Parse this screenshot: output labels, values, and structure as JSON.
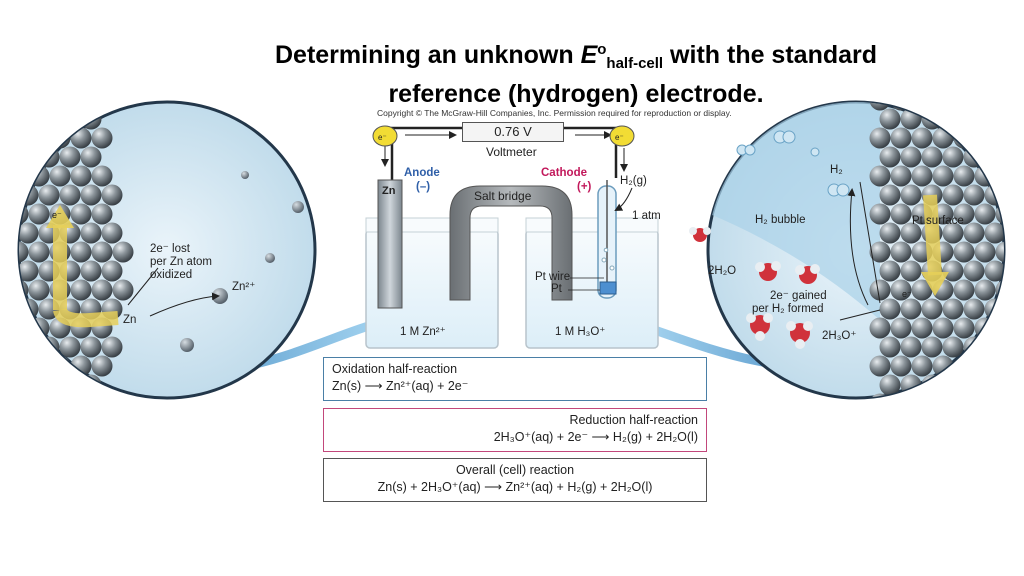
{
  "title": {
    "line1_pre": "Determining an unknown ",
    "symbol": "E",
    "superscript": "o",
    "subscript": "half-cell",
    "line1_post": " with the standard",
    "line2": "reference (hydrogen) electrode."
  },
  "copyright": "Copyright © The McGraw-Hill Companies, Inc. Permission required for reproduction or display.",
  "cell": {
    "voltage": "0.76 V",
    "voltmeter": "Voltmeter",
    "electron": "e⁻",
    "anode": "Anode",
    "anode_sign": "(–)",
    "cathode": "Cathode",
    "cathode_sign": "(+)",
    "zn": "Zn",
    "salt_bridge": "Salt bridge",
    "h2g": "H₂(g)",
    "atm": "1 atm",
    "pt_wire": "Pt wire",
    "pt": "Pt",
    "left_solution": "1 M Zn²⁺",
    "right_solution": "1 M H₃O⁺"
  },
  "left_zoom": {
    "electron": "e⁻",
    "lost": "2e⁻ lost",
    "per": "per Zn atom",
    "oxidized": "oxidized",
    "zn_ion": "Zn²⁺",
    "zn": "Zn"
  },
  "right_zoom": {
    "h2": "H₂",
    "bubble": "H₂ bubble",
    "pt_surface": "Pt surface",
    "water": "2H₂O",
    "electron": "e⁻",
    "gained": "2e⁻ gained",
    "formed": "per H₂ formed",
    "hydronium": "2H₃O⁺"
  },
  "reactions": {
    "oxidation": {
      "heading": "Oxidation half-reaction",
      "equation": "Zn(s) ⟶ Zn²⁺(aq) + 2e⁻"
    },
    "reduction": {
      "heading": "Reduction half-reaction",
      "equation": "2H₃O⁺(aq) + 2e⁻ ⟶ H₂(g) + 2H₂O(l)"
    },
    "overall": {
      "heading": "Overall (cell) reaction",
      "equation": "Zn(s) + 2H₃O⁺(aq) ⟶ Zn²⁺(aq) + H₂(g) + 2H₂O(l)"
    }
  },
  "colors": {
    "anode": "#2f5fa8",
    "cathode": "#c2185b",
    "oxidation_border": "#4a7fa6",
    "reduction_border": "#c2477b",
    "overall_border": "#555555"
  }
}
